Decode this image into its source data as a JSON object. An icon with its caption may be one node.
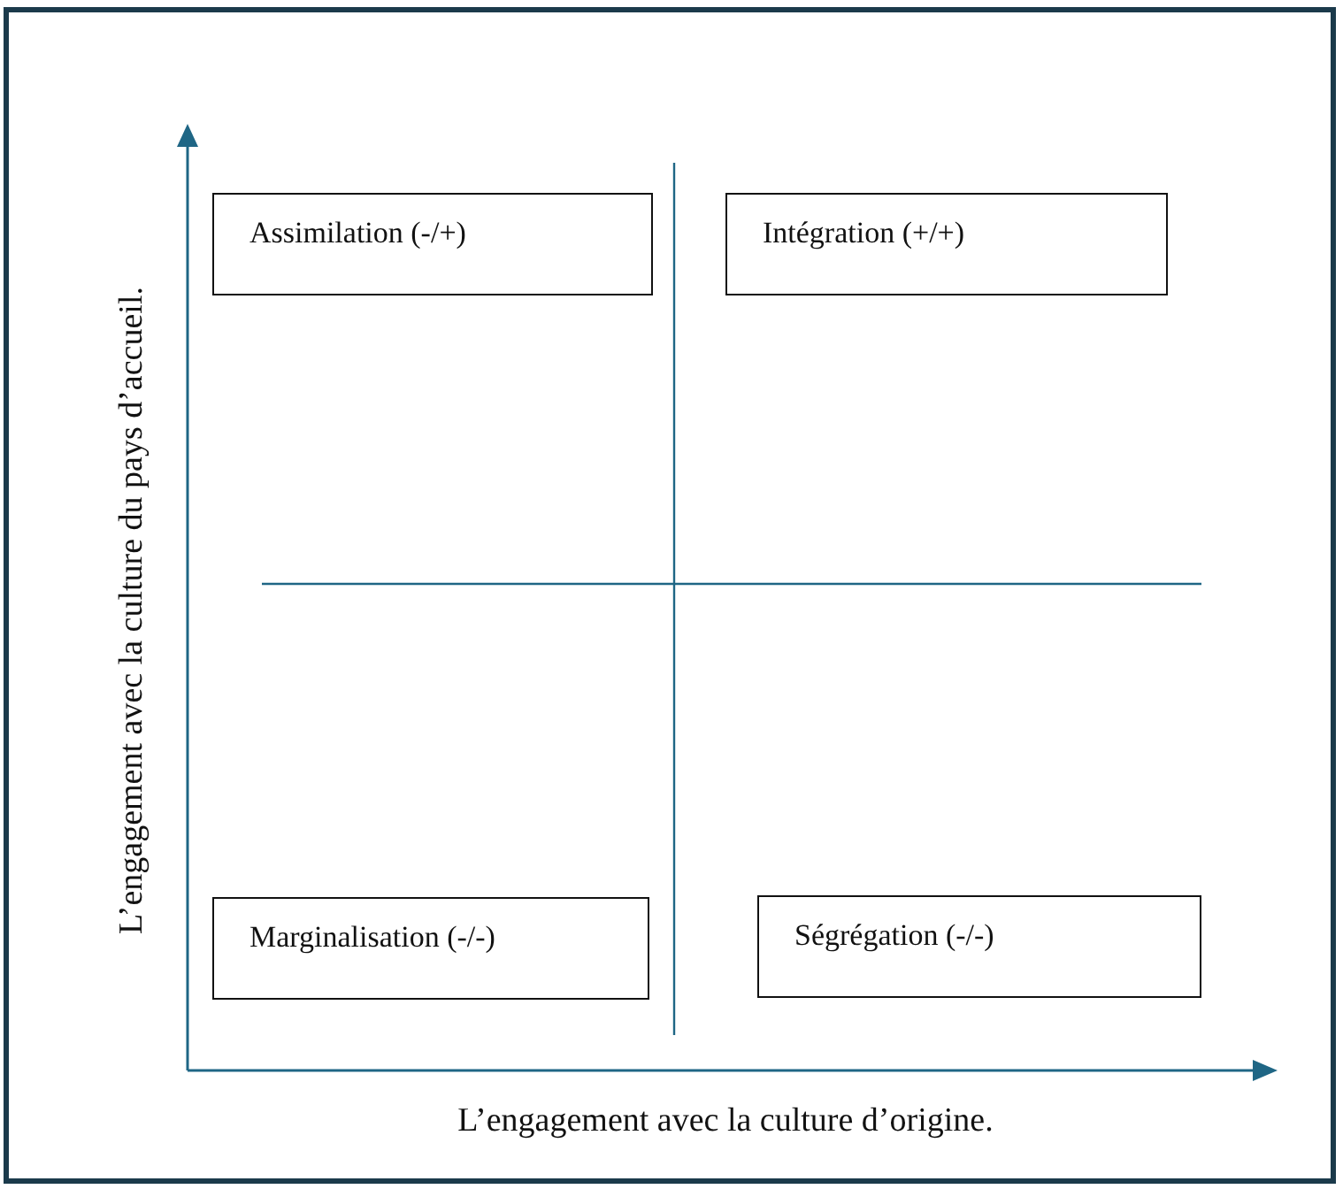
{
  "diagram": {
    "nodes": [
      {
        "text": [
          "Assimilation (-/+)"
        ]
      },
      {
        "text": [
          "Intégration (+/+)"
        ]
      },
      {
        "text": [
          "Marginalisation (-/-)"
        ]
      },
      {
        "text": [
          "Ségrégation (-/-)"
        ]
      }
    ],
    "labels": [
      "L’engagement avec la culture du pays d’accueil.",
      "L’engagement avec la culture d’origine."
    ]
  }
}
